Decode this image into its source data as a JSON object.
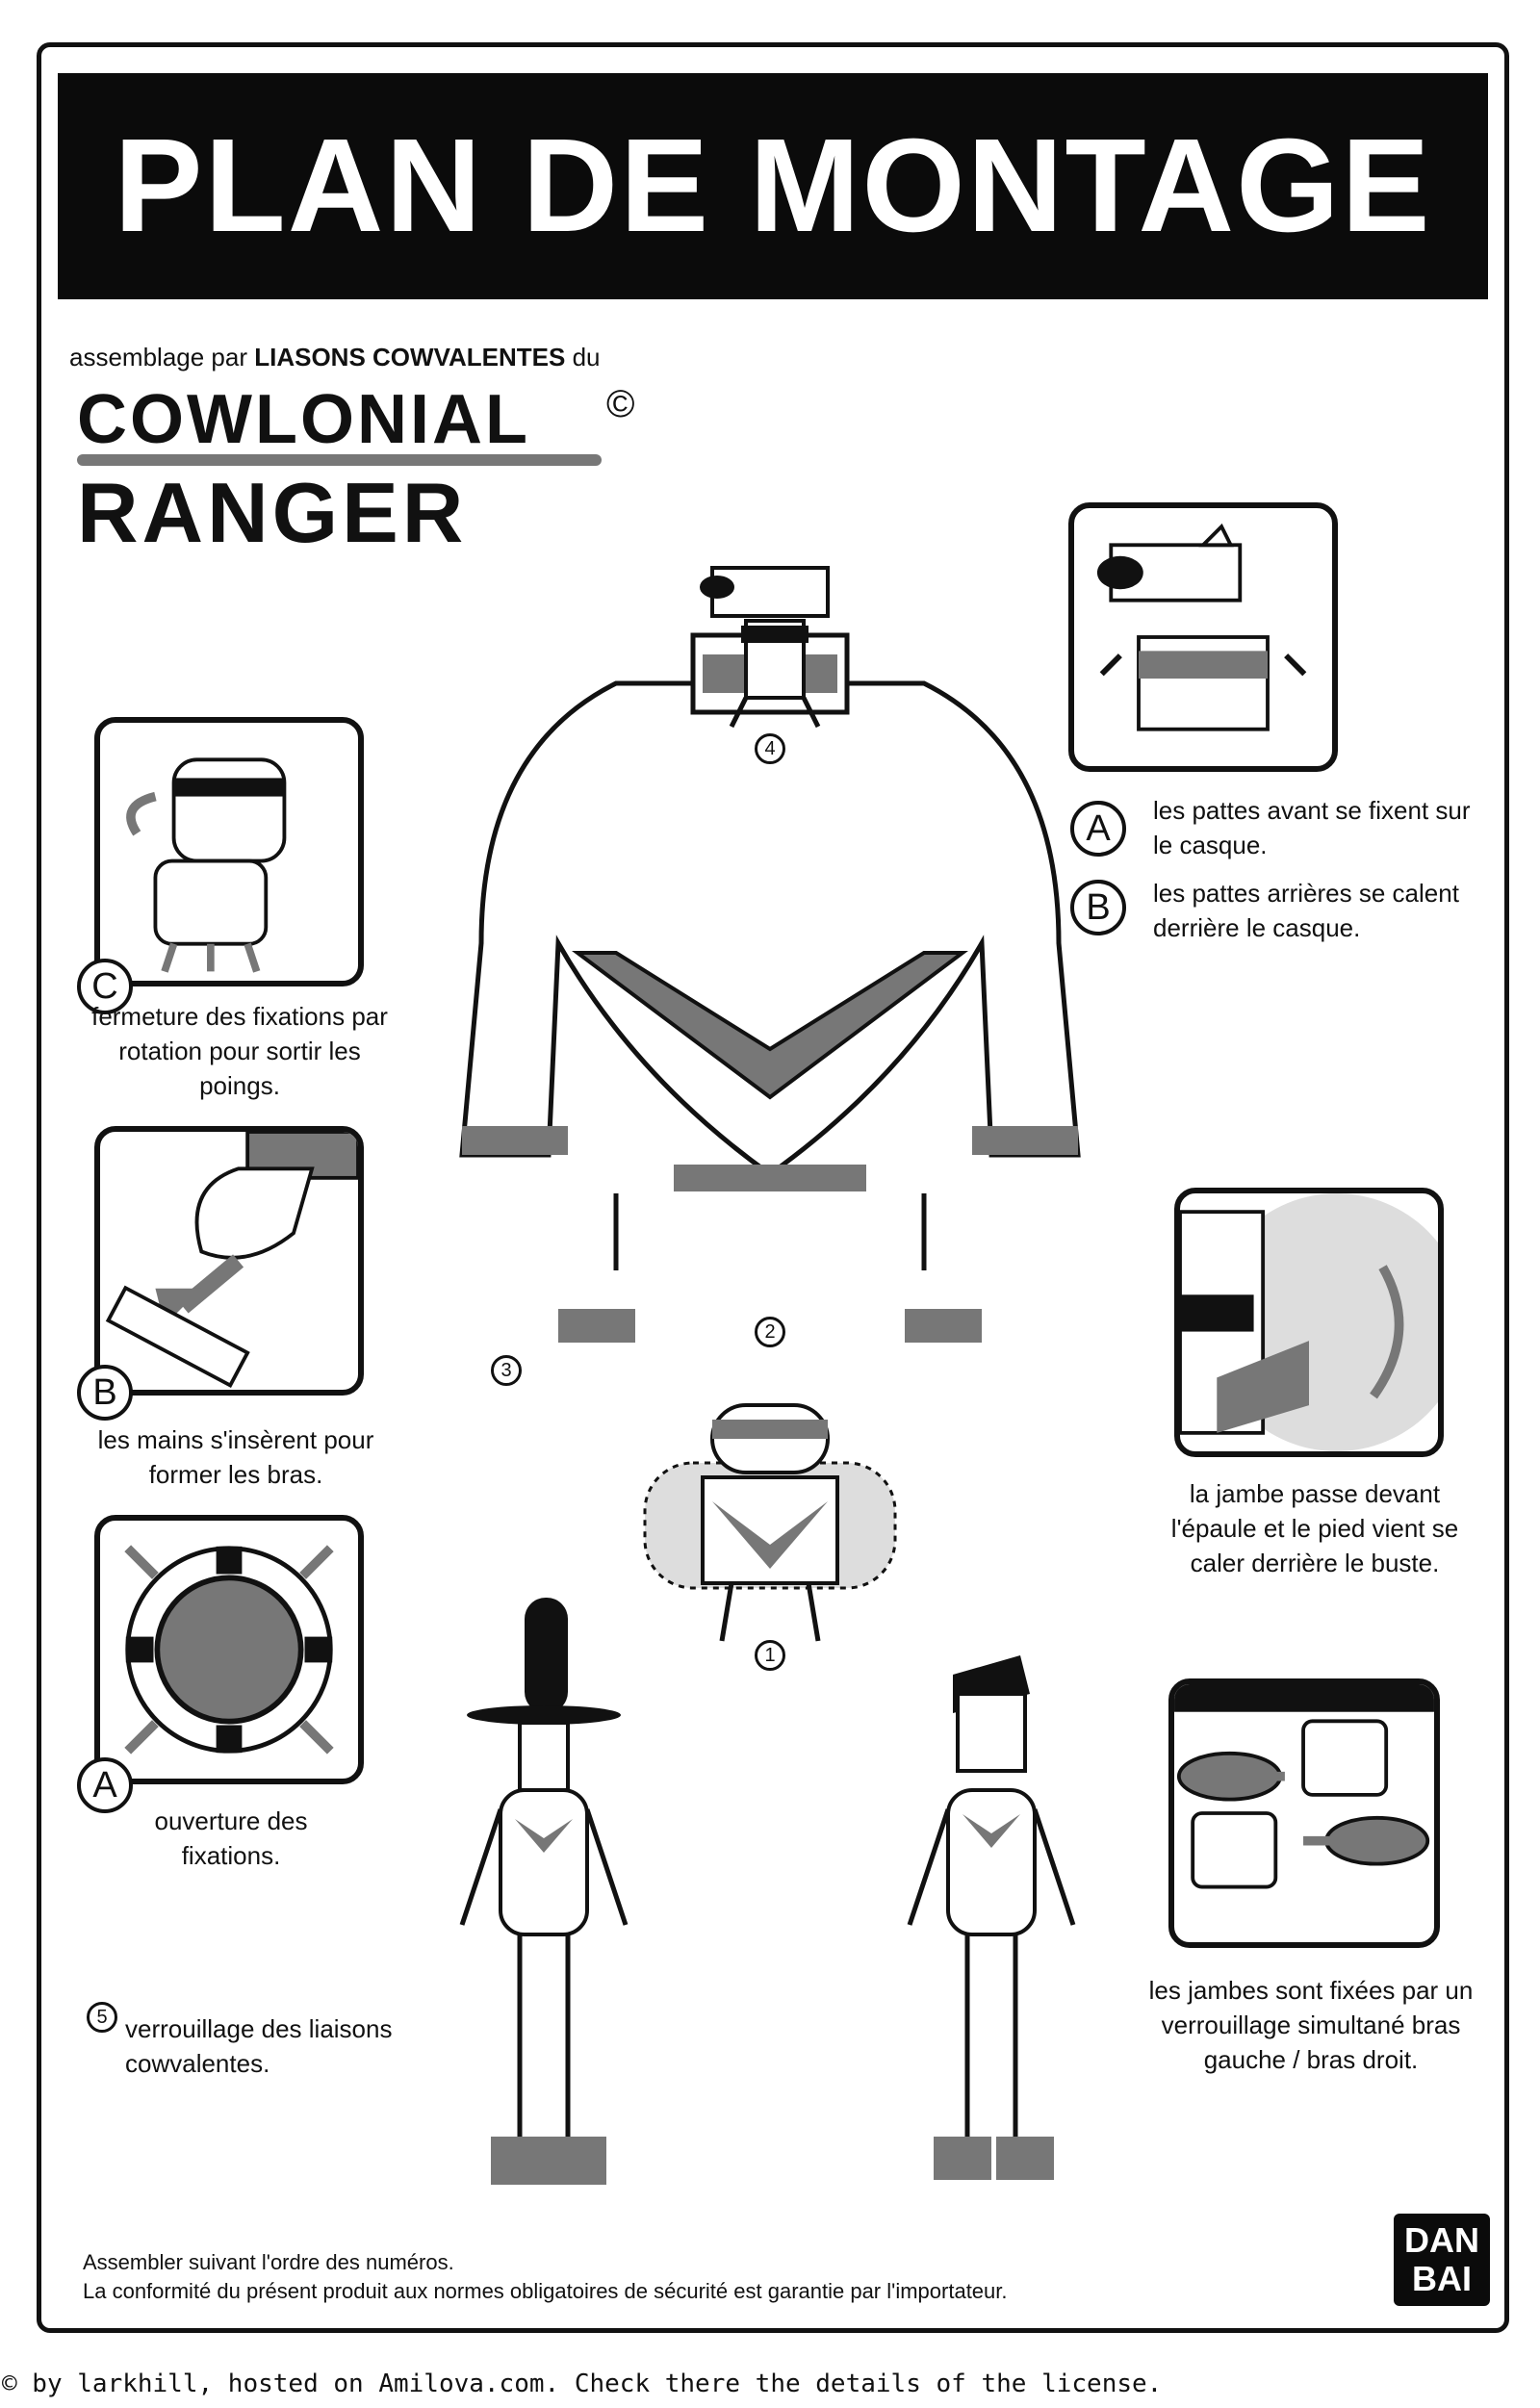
{
  "header": {
    "title": "PLAN DE MONTAGE"
  },
  "intro": {
    "subtitle_prefix": "assemblage par",
    "subtitle_bold": "LIASONS COWVALENTES",
    "subtitle_suffix": "du",
    "brand_line1": "COWLONIAL",
    "brand_copyright": "©",
    "brand_line2": "RANGER"
  },
  "steps": {
    "a_letter": "A",
    "b_letter": "B",
    "c_letter": "C",
    "c_text": "fermeture des fixations par rotation pour sortir les poings.",
    "b_text": "les mains s'insèrent pour former les bras.",
    "a_text": "ouverture des fixations.",
    "five_num": "5",
    "five_text": "verrouillage des liaisons cowvalentes.",
    "right_a_letter": "A",
    "right_a_text": "les pattes avant se fixent sur le casque.",
    "right_b_letter": "B",
    "right_b_text": "les pattes arrières se calent derrière le casque.",
    "leg_text": "la jambe passe devant l'épaule et le pied vient se caler derrière le buste.",
    "lock_text": "les jambes sont fixées par un verrouillage simultané bras gauche / bras droit.",
    "num1": "1",
    "num2": "2",
    "num3": "3",
    "num4": "4"
  },
  "footer": {
    "line1": "Assembler suivant l'ordre des numéros.",
    "line2": "La conformité du présent produit aux normes obligatoires de sécurité est garantie par l'importateur.",
    "logo_top": "DAN",
    "logo_bottom": "BAI"
  },
  "credit": "© by larkhill, hosted on Amilova.com. Check there the details of the license.",
  "colors": {
    "ink": "#111111",
    "tone": "#777777",
    "light": "#cccccc"
  }
}
